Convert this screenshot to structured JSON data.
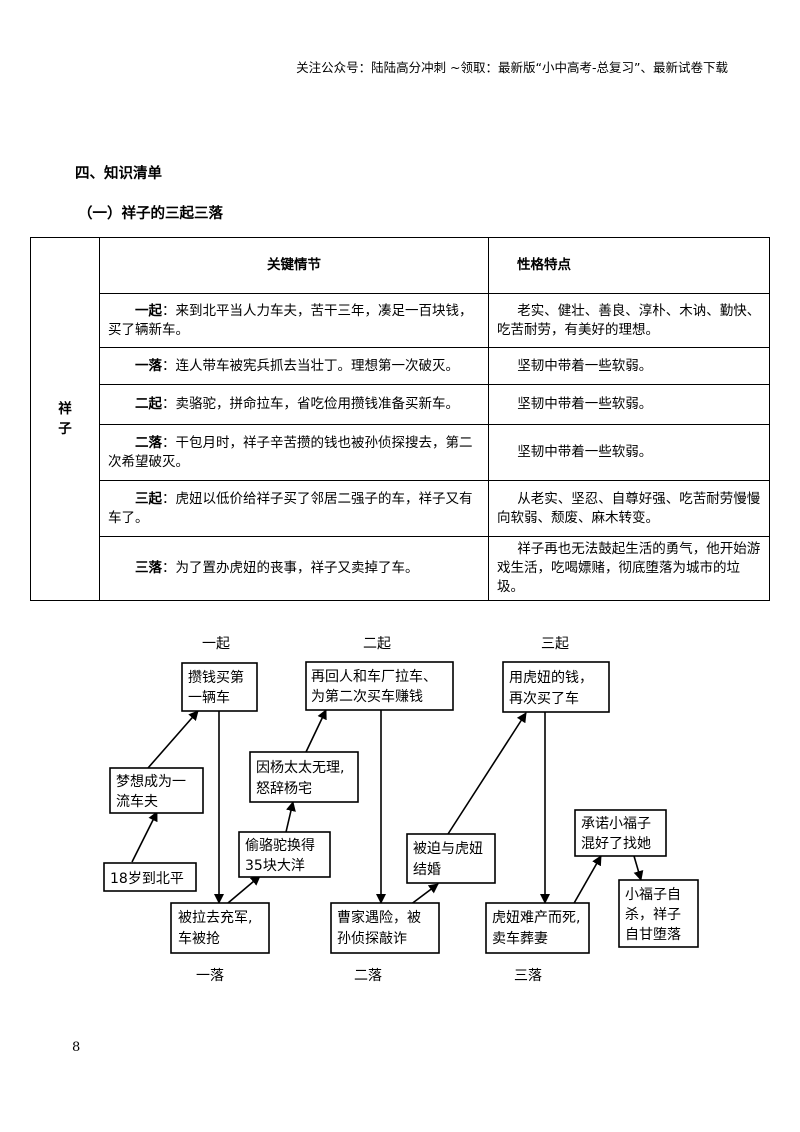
{
  "header_note": "关注公众号：陆陆高分冲刺 ~领取：最新版“小中高考-总复习”、最新试卷下载",
  "section_title": "四、知识清单",
  "subsection_title": "（一）祥子的三起三落",
  "table": {
    "row_label": "祥子",
    "col_event": "关键情节",
    "col_trait": "性格特点",
    "rows": [
      {
        "stage": "一起",
        "event": "：来到北平当人力车夫，苦干三年，凑足一百块钱，买了辆新车。",
        "trait": "老实、健壮、善良、淳朴、木讷、勤快、吃苦耐劳，有美好的理想。"
      },
      {
        "stage": "一落",
        "event": "：连人带车被宪兵抓去当壮丁。理想第一次破灭。",
        "trait": "坚韧中带着一些软弱。"
      },
      {
        "stage": "二起",
        "event": "：卖骆驼，拼命拉车，省吃俭用攒钱准备买新车。",
        "trait": "坚韧中带着一些软弱。"
      },
      {
        "stage": "二落",
        "event": "：干包月时，祥子辛苦攒的钱也被孙侦探搜去，第二次希望破灭。",
        "trait": "坚韧中带着一些软弱。"
      },
      {
        "stage": "三起",
        "event": "：虎妞以低价给祥子买了邻居二强子的车，祥子又有车了。",
        "trait": "从老实、坚忍、自尊好强、吃苦耐劳慢慢向软弱、颓废、麻木转变。"
      },
      {
        "stage": "三落",
        "event": "：为了置办虎妞的丧事，祥子又卖掉了车。",
        "trait": "祥子再也无法鼓起生活的勇气，他开始游戏生活，吃喝嫖赌，彻底堕落为城市的垃圾。"
      }
    ]
  },
  "flowchart": {
    "labels": {
      "rise1": "一起",
      "rise2": "二起",
      "rise3": "三起",
      "fall1": "一落",
      "fall2": "二落",
      "fall3": "三落"
    },
    "boxes": {
      "age18": [
        "18岁到北平"
      ],
      "dream": [
        "梦想成为一",
        "流车夫"
      ],
      "save1": [
        "攒钱买第",
        "一辆车"
      ],
      "seized": [
        "被拉去充军,",
        "车被抢"
      ],
      "camels": [
        "偷骆驼换得",
        "35块大洋"
      ],
      "yang": [
        "因杨太太无理,",
        "怒辞杨宅"
      ],
      "return": [
        "再回人和车厂拉车、",
        "为第二次买车赚钱"
      ],
      "cao": [
        "曹家遇险，被",
        "孙侦探敲诈"
      ],
      "marry": [
        "被迫与虎妞",
        "结婚"
      ],
      "huniu_money": [
        "用虎妞的钱，",
        "再次买了车"
      ],
      "huniu_death": [
        "虎妞难产而死,",
        "卖车葬妻"
      ],
      "promise": [
        "承诺小福子",
        "混好了找她"
      ],
      "xiaofuzi": [
        "小福子自",
        "杀，祥子",
        "自甘堕落"
      ]
    }
  },
  "page_number": "8"
}
